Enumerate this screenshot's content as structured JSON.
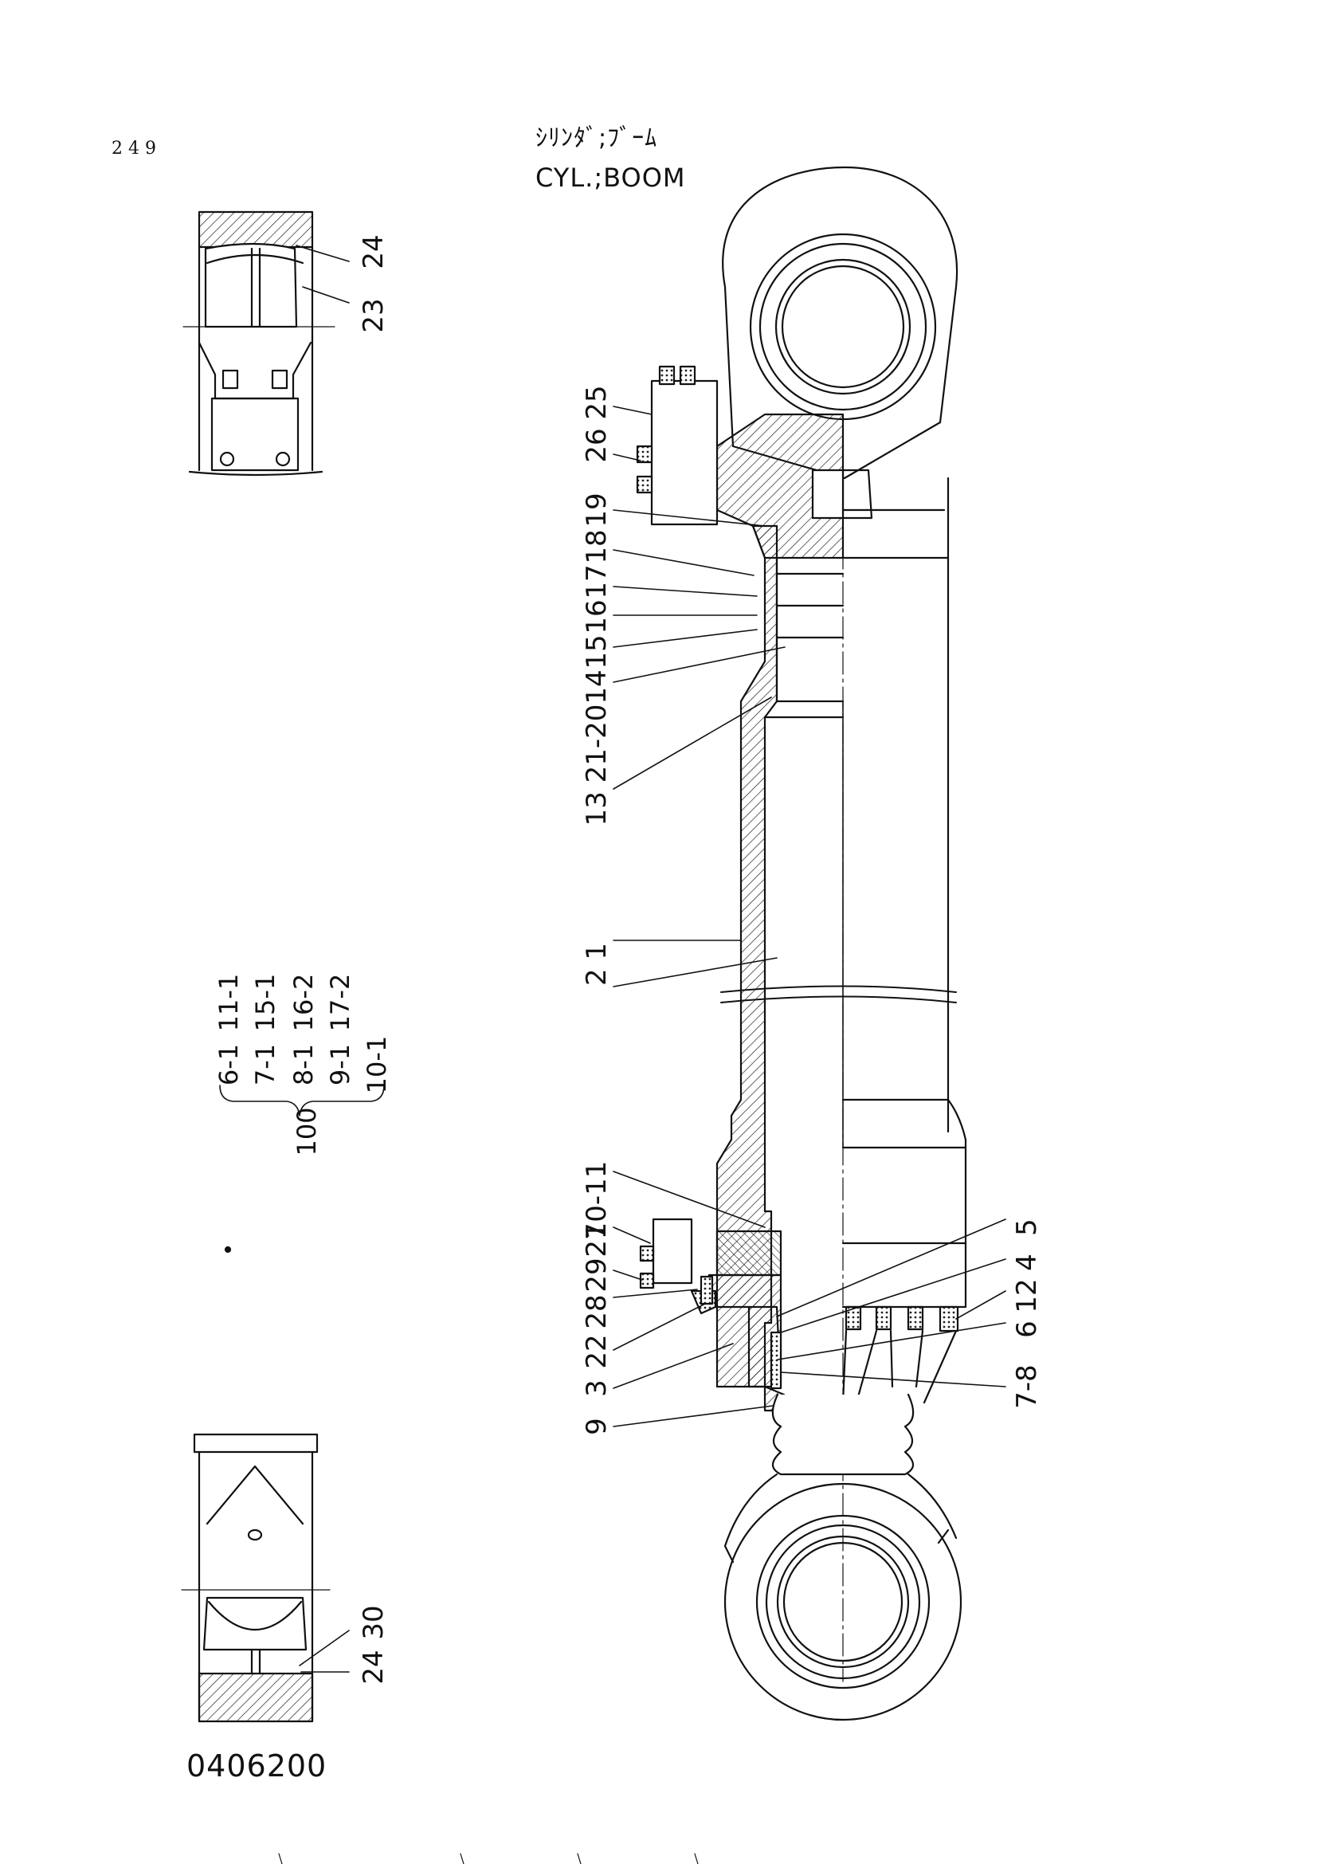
{
  "page": {
    "number": "249",
    "drawing_number": "0406200"
  },
  "title": {
    "jp": "ｼﾘﾝﾀﾞ;ﾌﾞｰﾑ",
    "en": "CYL.;BOOM"
  },
  "callouts": {
    "c2524": "26 25",
    "c19": "19",
    "c18": "18",
    "c17": "17",
    "c16": "16",
    "c15": "15",
    "c14": "14",
    "c1321": "13 21-20",
    "c21": "2 1",
    "c1011": "10-11",
    "c27": "27",
    "c29": "29",
    "c28": "28",
    "c22": "22",
    "c3": "3",
    "c9": "9",
    "c5": "5",
    "c4": "4",
    "c12": "12",
    "c6": "6",
    "c78": "7-8",
    "top_detail": "24",
    "top_detail_b": "23",
    "bottom_detail_a": "30",
    "bottom_detail_b": "24"
  },
  "kit": {
    "number": "100",
    "columns": [
      [
        "6-1",
        "11-1"
      ],
      [
        "7-1",
        "15-1"
      ],
      [
        "8-1",
        "16-2"
      ],
      [
        "9-1",
        "17-2"
      ],
      [
        "10-1",
        ""
      ]
    ]
  }
}
